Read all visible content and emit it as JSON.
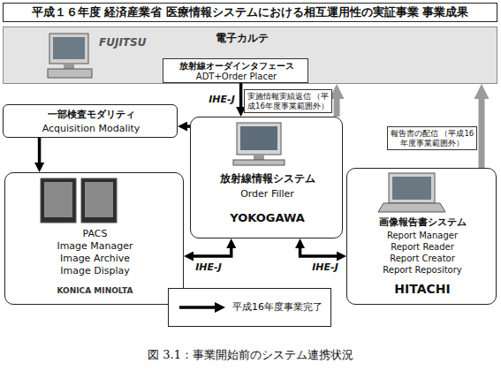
{
  "diagram": {
    "title": "平成１６年度 経済産業省 医療情報システムにおける相互運用性の実証事業 事業成果",
    "caption": "図 3.1：事業開始前のシステム連携状況",
    "nodes": [
      {
        "text": [
          "電子カルテ",
          "FUJITSU"
        ]
      },
      {
        "text": [
          "放射線オーダインタフェース",
          "ADT+Order Placer"
        ],
        "in": 0
      },
      {
        "text": [
          "一部検査モダリティ",
          "Acquisition Modality"
        ]
      },
      {
        "text": [
          "放射線情報システム",
          "Order Filler",
          "YOKOGAWA"
        ]
      },
      {
        "text": [
          "PACS",
          "Image Manager",
          "Image Archive",
          "Image Display",
          "KONICA MINOLTA"
        ]
      },
      {
        "text": [
          "画像報告書システム",
          "Report Manager",
          "Report Reader",
          "Report Creator",
          "Report Repository",
          "HITACHI"
        ]
      }
    ],
    "edges": [
      {
        "from": 1,
        "to": 3,
        "label": "IHE-J",
        "arrow": "to"
      },
      {
        "from": 3,
        "to": 2,
        "arrow": "to"
      },
      {
        "from": 2,
        "to": 4,
        "arrow": "to"
      },
      {
        "from": 3,
        "to": 4,
        "label": "IHE-J",
        "arrow": "both"
      },
      {
        "from": 3,
        "to": 5,
        "label": "IHE-J",
        "arrow": "both"
      },
      {
        "from": 3,
        "to": 0,
        "label": "実施情報実績返信 （平成16年度事業範囲外）",
        "arrow": "to"
      },
      {
        "from": 5,
        "to": 0,
        "label": "報告書の配信 （平成16年度事業範囲外）",
        "arrow": "to"
      }
    ],
    "legend": [
      {
        "text": "平成16年度事業完了"
      }
    ]
  }
}
